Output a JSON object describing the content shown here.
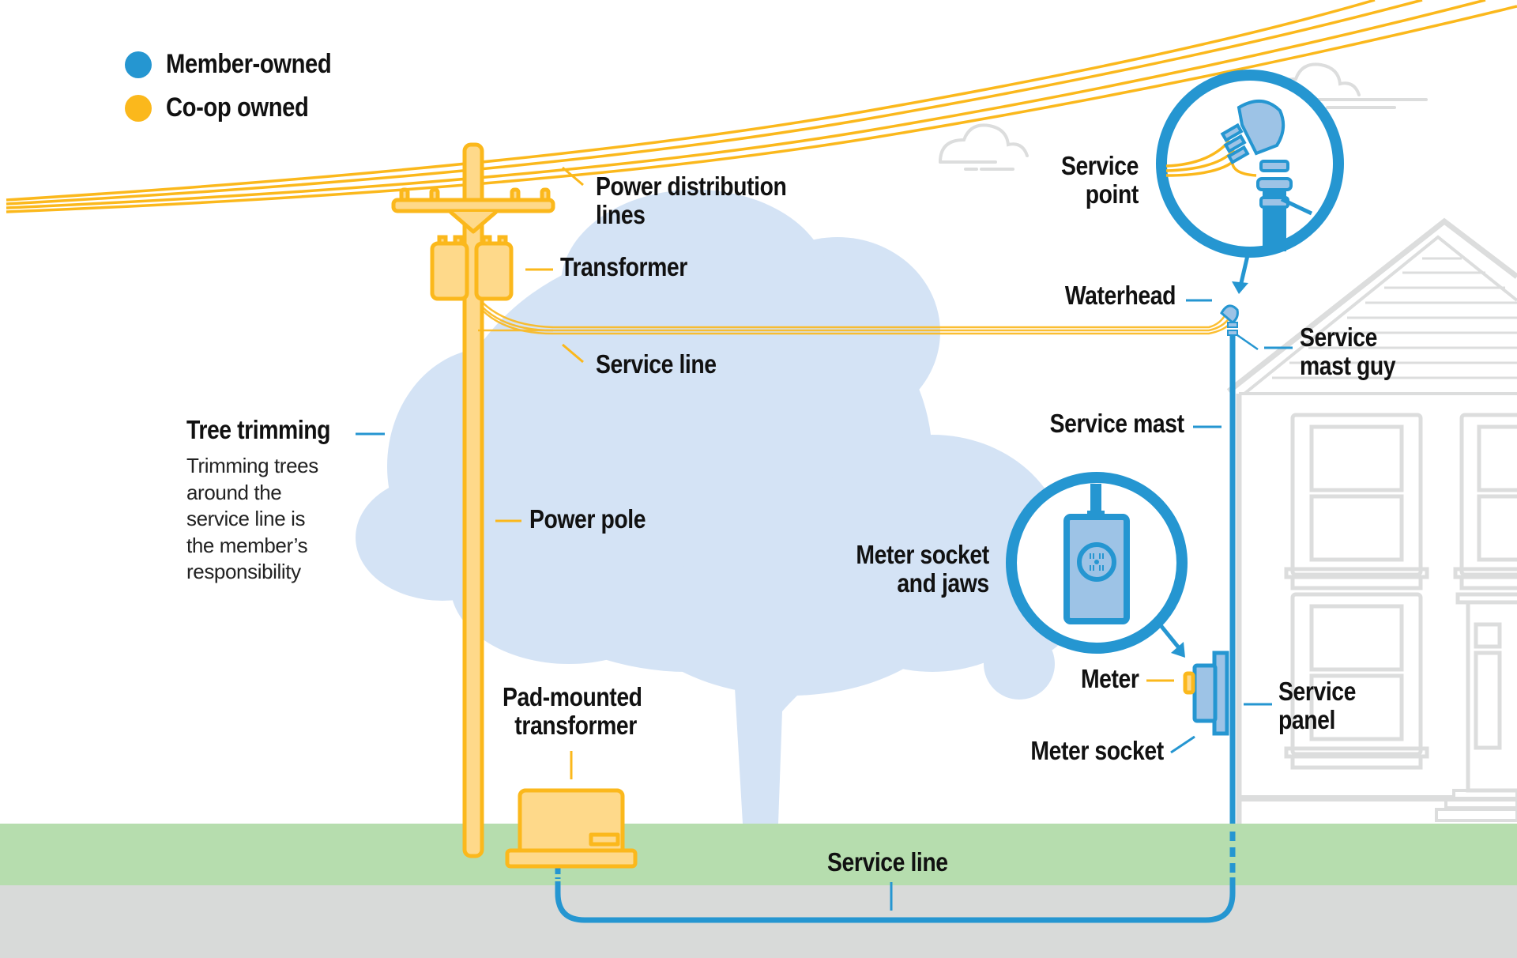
{
  "colors": {
    "member_owned": "#2596d1",
    "coop_owned": "#fbb81c",
    "coop_fill": "#fed98a",
    "member_fill": "#9dc3e6",
    "tree": "#d4e3f5",
    "grass": "#b6ddae",
    "ground": "#d8dad9",
    "house": "#dcdddd"
  },
  "legend": [
    {
      "label": "Member-owned",
      "owner": "member"
    },
    {
      "label": "Co-op owned",
      "owner": "coop"
    }
  ],
  "labels": {
    "power_distribution_lines": [
      "Power distribution",
      "lines"
    ],
    "transformer": "Transformer",
    "service_line_overhead": "Service line",
    "tree_trimming": "Tree trimming",
    "tree_trimming_note": [
      "Trimming trees",
      "around the",
      "service line is",
      "the member’s",
      "responsibility"
    ],
    "power_pole": "Power pole",
    "pad_mounted_transformer": [
      "Pad-mounted",
      "transformer"
    ],
    "service_line_underground": "Service line",
    "service_point": [
      "Service",
      "point"
    ],
    "waterhead": "Waterhead",
    "service_mast_guy": [
      "Service",
      "mast guy"
    ],
    "service_mast": "Service mast",
    "meter_socket_and_jaws": [
      "Meter socket",
      "and jaws"
    ],
    "meter": "Meter",
    "meter_socket": "Meter socket",
    "service_panel": [
      "Service",
      "panel"
    ]
  }
}
